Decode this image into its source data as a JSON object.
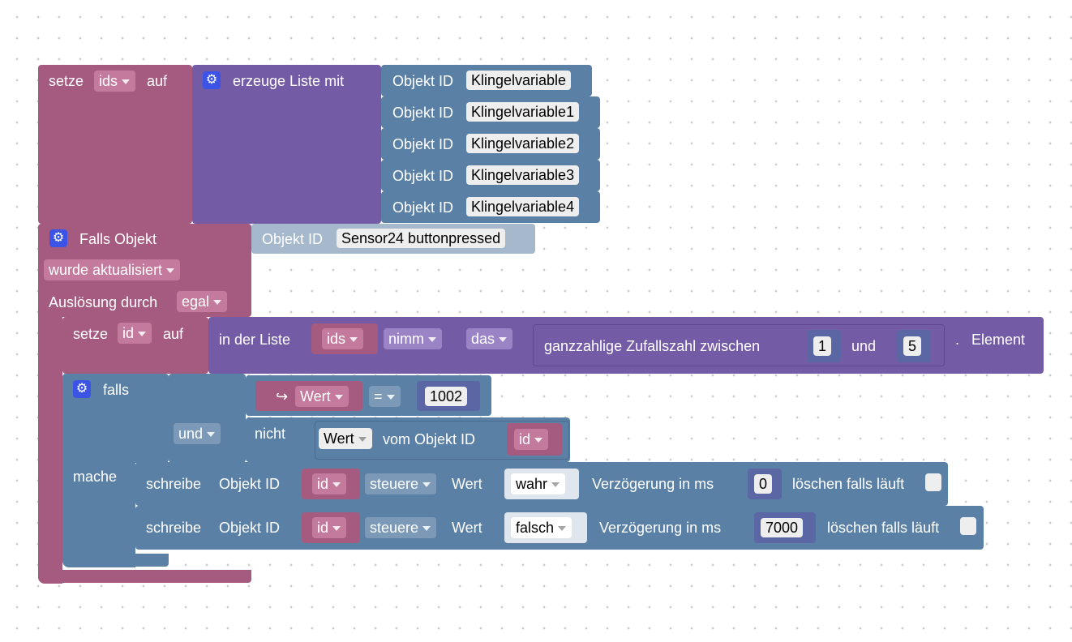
{
  "setze_ids": {
    "setze": "setze",
    "var": "ids",
    "auf": "auf"
  },
  "liste": {
    "label": "erzeuge Liste mit",
    "gear": "⚙"
  },
  "objekt_items": [
    {
      "label": "Objekt ID",
      "value": "Klingelvariable"
    },
    {
      "label": "Objekt ID",
      "value": "Klingelvariable1"
    },
    {
      "label": "Objekt ID",
      "value": "Klingelvariable2"
    },
    {
      "label": "Objekt ID",
      "value": "Klingelvariable3"
    },
    {
      "label": "Objekt ID",
      "value": "Klingelvariable4"
    }
  ],
  "trigger": {
    "title": "Falls Objekt",
    "objekt_label": "Objekt ID",
    "objekt_value": "Sensor24 buttonpressed",
    "mode": "wurde aktualisiert",
    "ausloesung_label": "Auslösung durch",
    "ausloesung_value": "egal"
  },
  "setze_id": {
    "setze": "setze",
    "var": "id",
    "auf": "auf",
    "in_liste": "in der Liste",
    "list_var": "ids",
    "nimm": "nimm",
    "das": "das",
    "zufall": "ganzzahlige Zufallszahl zwischen",
    "from": "1",
    "und": "und",
    "to": "5",
    "dot": ".",
    "element": "Element"
  },
  "falls": {
    "label": "falls",
    "mache": "mache",
    "und": "und",
    "wert": "Wert",
    "op": "=",
    "num": "1002",
    "nicht": "nicht",
    "wert2": "Wert",
    "vom_objekt": "vom Objekt ID",
    "id_var": "id"
  },
  "schreibe": [
    {
      "label": "schreibe",
      "objekt": "Objekt ID",
      "var": "id",
      "mode": "steuere",
      "wert": "Wert",
      "value": "wahr",
      "delay_label": "Verzögerung in ms",
      "delay": "0",
      "clear": "löschen falls läuft"
    },
    {
      "label": "schreibe",
      "objekt": "Objekt ID",
      "var": "id",
      "mode": "steuere",
      "wert": "Wert",
      "value": "falsch",
      "delay_label": "Verzögerung in ms",
      "delay": "7000",
      "clear": "löschen falls läuft"
    }
  ],
  "colors": {
    "variables": "#a55b80",
    "lists": "#745ba5",
    "logic": "#5b80a5",
    "disabled": "#a5b8cc",
    "mutator": "#3b54e6"
  }
}
